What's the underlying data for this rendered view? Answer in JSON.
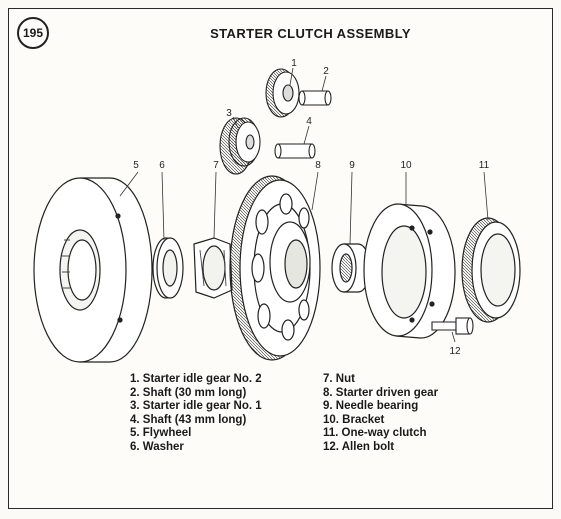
{
  "figure_number": "195",
  "title": "STARTER CLUTCH ASSEMBLY",
  "callouts": [
    "1",
    "2",
    "3",
    "4",
    "5",
    "6",
    "7",
    "8",
    "9",
    "10",
    "11",
    "12"
  ],
  "legend": {
    "left": [
      "1. Starter idle gear No. 2",
      "2. Shaft (30 mm long)",
      "3. Starter idle gear No. 1",
      "4. Shaft (43 mm long)",
      "5. Flywheel",
      "6. Washer"
    ],
    "right": [
      "7. Nut",
      "8. Starter driven gear",
      "9. Needle bearing",
      "10. Bracket",
      "11. One-way clutch",
      "12. Allen bolt"
    ]
  }
}
